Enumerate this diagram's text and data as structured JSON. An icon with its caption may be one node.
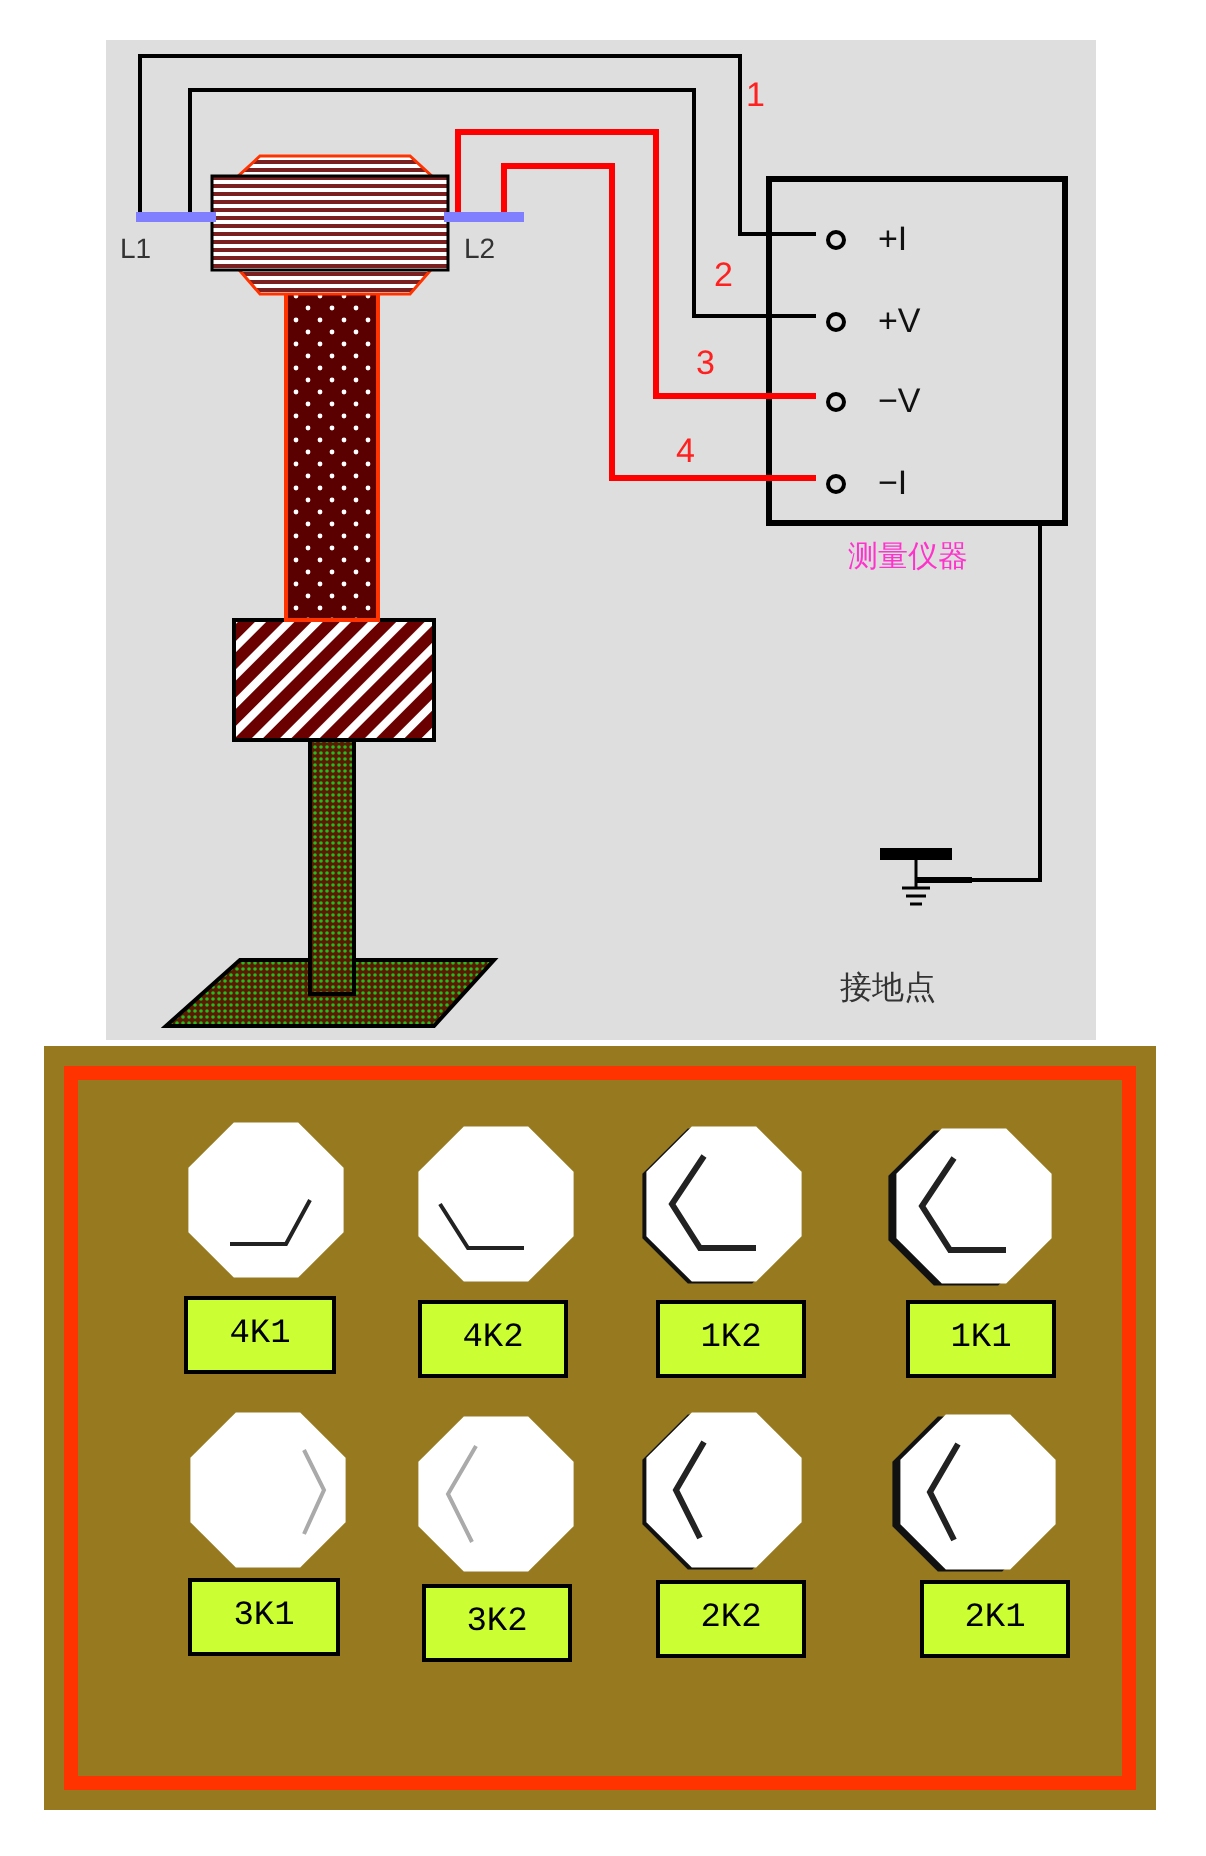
{
  "diagram": {
    "nodes": [
      {
        "text": [
          "L1"
        ]
      },
      {
        "text": [
          "L2"
        ]
      },
      {
        "text": [
          "测量仪器"
        ]
      },
      {
        "text": [
          "+I"
        ],
        "in": 2
      },
      {
        "text": [
          "+V"
        ],
        "in": 2
      },
      {
        "text": [
          "−V"
        ],
        "in": 2
      },
      {
        "text": [
          "−I"
        ],
        "in": 2
      },
      {
        "text": [
          "接地点"
        ]
      },
      {
        "text": [],
        "shape": "box"
      },
      {
        "text": [
          "4K1"
        ],
        "in": 8
      },
      {
        "text": [
          "4K2"
        ],
        "in": 8
      },
      {
        "text": [
          "1K2"
        ],
        "in": 8
      },
      {
        "text": [
          "1K1"
        ],
        "in": 8
      },
      {
        "text": [
          "3K1"
        ],
        "in": 8
      },
      {
        "text": [
          "3K2"
        ],
        "in": 8
      },
      {
        "text": [
          "2K2"
        ],
        "in": 8
      },
      {
        "text": [
          "2K1"
        ],
        "in": 8
      }
    ],
    "edges": [
      {
        "from": 0,
        "to": 3,
        "arrow": "none",
        "label": "1"
      },
      {
        "from": 0,
        "to": 4,
        "arrow": "none",
        "label": "2"
      },
      {
        "from": 1,
        "to": 5,
        "arrow": "none",
        "label": "3",
        "color": "#ff0000"
      },
      {
        "from": 1,
        "to": 6,
        "arrow": "none",
        "label": "4",
        "color": "#ff0000"
      },
      {
        "from": 2,
        "to": 7,
        "arrow": "none"
      }
    ]
  }
}
